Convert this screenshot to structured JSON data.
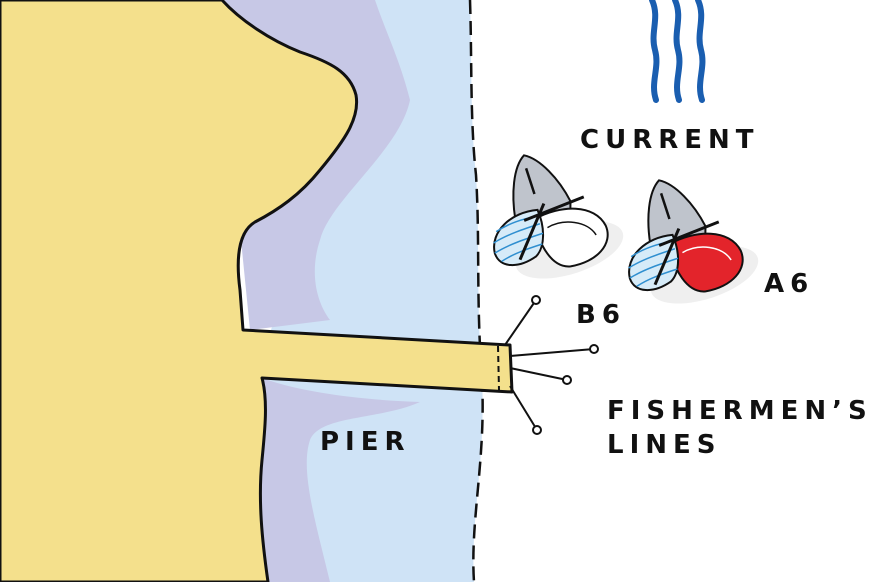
{
  "labels": {
    "current": "CURRENT",
    "pier": "PIER",
    "boat_a": "A6",
    "boat_b": "B6",
    "fishermen_line1": "FISHERMEN’S",
    "fishermen_line2": "LINES"
  },
  "colors": {
    "land": "#f4e08c",
    "shallow_water": "#c7c8e6",
    "water": "#cfe3f6",
    "current_arrows": "#1a5eb0",
    "outline": "#111111",
    "spinnaker_a": "#e3242b",
    "spinnaker_b": "#ffffff",
    "headsail": "#d6ebf8",
    "headsail_stripes": "#2f8fd0",
    "hull": "#bfc4cc"
  },
  "icons": [
    "current-waves-icon",
    "sailboat-icon",
    "fishing-line-icon"
  ]
}
